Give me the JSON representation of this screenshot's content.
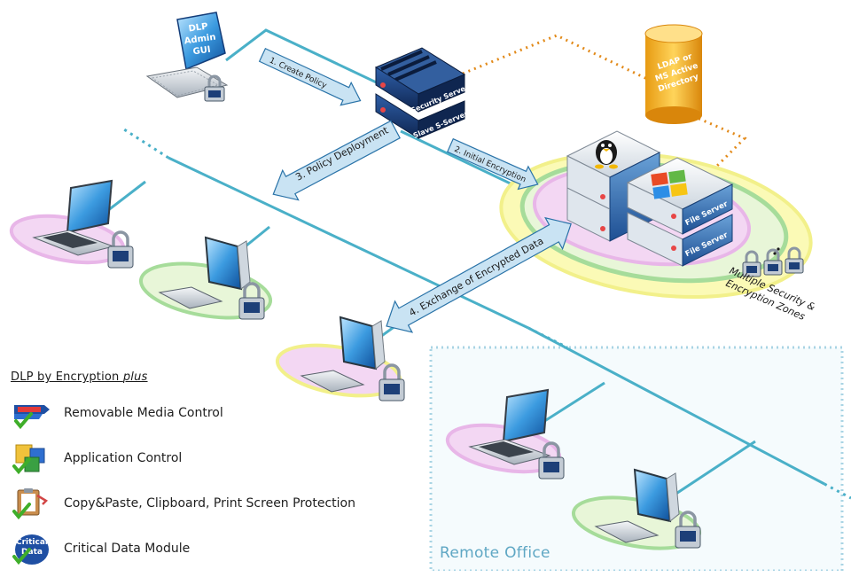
{
  "admin_gui": {
    "label_line1": "DLP",
    "label_line2": "Admin",
    "label_line3": "GUI"
  },
  "servers": {
    "security_server": "Security Server",
    "slave_server": "Slave S-Server",
    "ldap_line1": "LDAP or",
    "ldap_line2": "MS Active",
    "ldap_line3": "Directory",
    "file_server_1": "File Server",
    "file_server_2": "File Server"
  },
  "flows": {
    "step1": "1. Create Policy",
    "step2": "2. Initial Encryption",
    "step3": "3. Policy Deployment",
    "step4": "4. Exchange of Encrypted Data"
  },
  "zones": {
    "line1": "Multiple Security &",
    "line2": "Encryption Zones"
  },
  "features": {
    "heading": "DLP by Encryption",
    "heading_suffix": "plus",
    "items": [
      {
        "label": "Removable Media Control",
        "icon": "usb-icon"
      },
      {
        "label": "Application Control",
        "icon": "office-apps-icon"
      },
      {
        "label": "Copy&Paste, Clipboard, Print Screen Protection",
        "icon": "clipboard-icon"
      },
      {
        "label": "Critical Data Module",
        "icon": "critical-data-icon",
        "icon_text_1": "Critical",
        "icon_text_2": "Data"
      }
    ]
  },
  "remote_office": {
    "label": "Remote Office"
  },
  "colors": {
    "network_line": "#4ab0c8",
    "arrow_fill": "#c9e3f3",
    "arrow_stroke": "#2a73a8",
    "ldap_link": "#e28a1a",
    "server_navy": "#1d3f78",
    "zone_pink": "#e8b6e8",
    "zone_green": "#a6dc9a",
    "zone_yellow": "#f2f08a",
    "remote_border": "#a9d4e4"
  }
}
